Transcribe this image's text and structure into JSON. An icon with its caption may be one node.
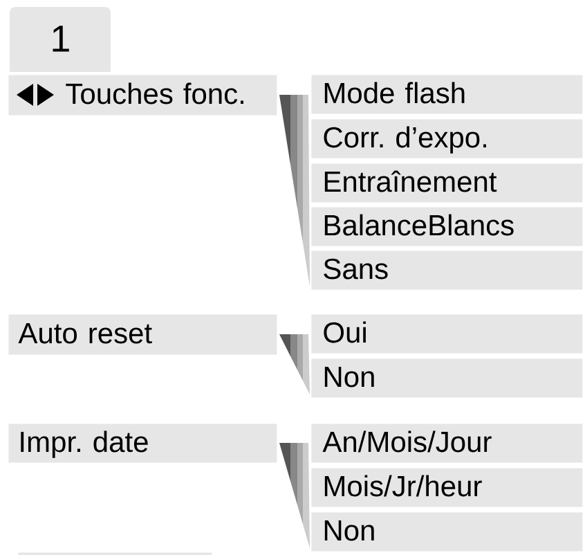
{
  "diagram": {
    "nodes": [
      {
        "text": [
          "1"
        ]
      },
      {
        "text": [
          "Touches fonc."
        ]
      },
      {
        "text": [
          "Mode flash"
        ]
      },
      {
        "text": [
          "Corr. d’expo."
        ]
      },
      {
        "text": [
          "Entraînement"
        ]
      },
      {
        "text": [
          "BalanceBlancs"
        ]
      },
      {
        "text": [
          "Sans"
        ]
      },
      {
        "text": [
          "Auto reset"
        ]
      },
      {
        "text": [
          "Oui"
        ]
      },
      {
        "text": [
          "Non"
        ]
      },
      {
        "text": [
          "Impr. date"
        ]
      },
      {
        "text": [
          "An/Mois/Jour"
        ]
      },
      {
        "text": [
          "Mois/Jr/heur"
        ]
      },
      {
        "text": [
          "Non"
        ]
      },
      {
        "text": [],
        "shape": "box"
      }
    ]
  }
}
